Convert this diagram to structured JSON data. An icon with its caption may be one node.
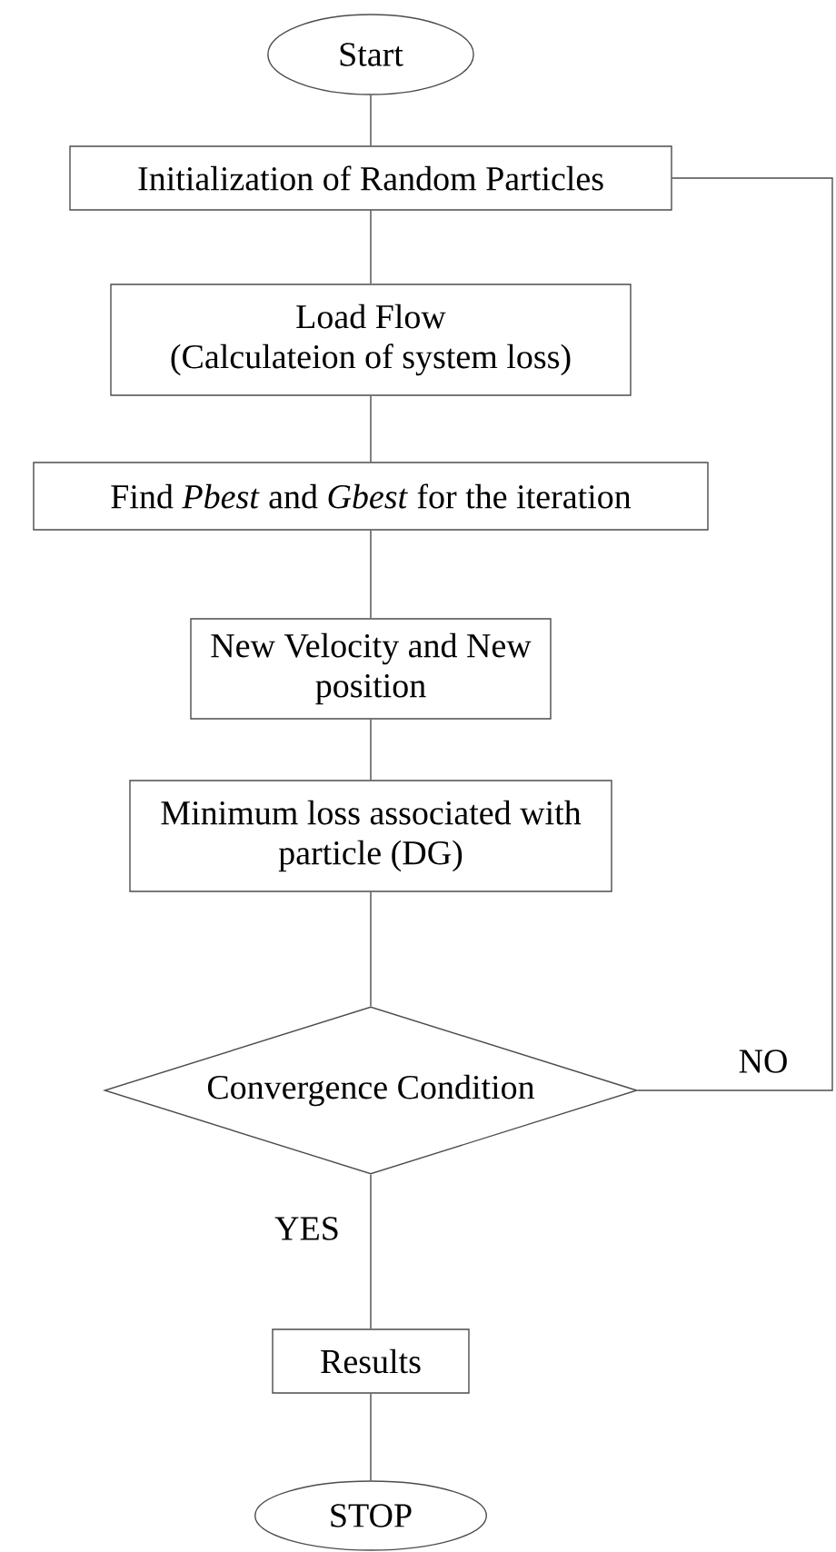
{
  "diagram": {
    "nodes": [
      {
        "text": [
          "Start"
        ]
      },
      {
        "text": [
          "Initialization of Random Particles"
        ]
      },
      {
        "text": [
          "Load Flow (Calculateion of system loss)"
        ]
      },
      {
        "text": [
          "Find *Pbest* and *Gbest* for the iteration"
        ]
      },
      {
        "text": [
          "New Velocity and New position"
        ]
      },
      {
        "text": [
          "Minimum loss associated with particle (DG)"
        ]
      },
      {
        "text": [
          "Convergence Condition"
        ]
      },
      {
        "text": [
          "Results"
        ]
      },
      {
        "text": [
          "STOP"
        ]
      }
    ],
    "edges": [
      {
        "from": 0,
        "to": 1,
        "arrow": "none"
      },
      {
        "from": 1,
        "to": 2,
        "arrow": "none"
      },
      {
        "from": 2,
        "to": 3,
        "arrow": "none"
      },
      {
        "from": 3,
        "to": 4,
        "arrow": "none"
      },
      {
        "from": 4,
        "to": 5,
        "arrow": "none"
      },
      {
        "from": 5,
        "to": 6,
        "arrow": "none"
      },
      {
        "from": 6,
        "to": 7,
        "label": "YES",
        "arrow": "none"
      },
      {
        "from": 7,
        "to": 8,
        "arrow": "none"
      },
      {
        "from": 6,
        "to": 1,
        "label": "NO",
        "arrow": "none"
      }
    ]
  }
}
